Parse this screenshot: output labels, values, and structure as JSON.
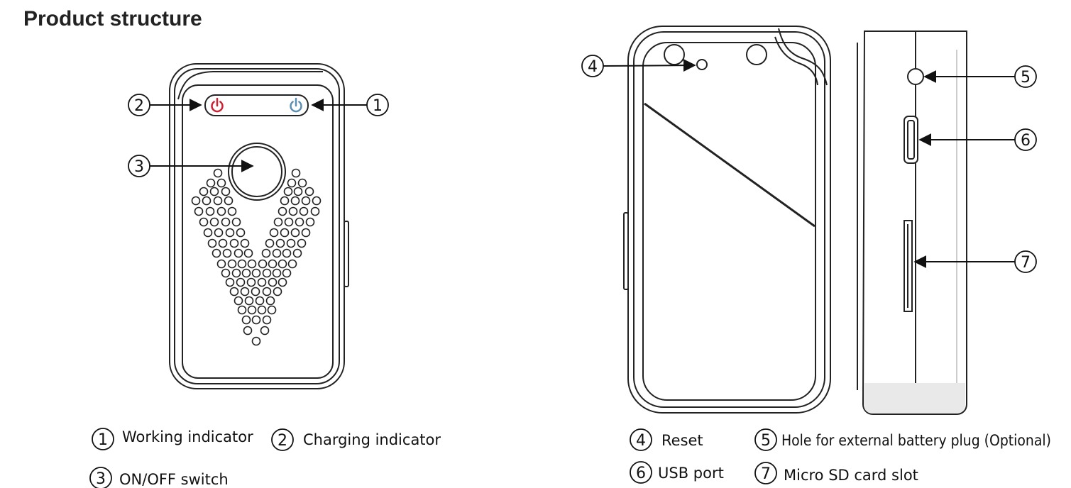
{
  "title": "Product structure",
  "colors": {
    "charging_icon": "#cc2233",
    "working_icon": "#5b8fb3"
  },
  "callouts": {
    "c1": "1",
    "c2": "2",
    "c3": "3",
    "c4": "4",
    "c5": "5",
    "c6": "6",
    "c7": "7"
  },
  "legend": {
    "working_indicator": {
      "num": "1",
      "label": "Working indicator"
    },
    "charging_indicator": {
      "num": "2",
      "label": "Charging indicator"
    },
    "onoff_switch": {
      "num": "3",
      "label": "ON/OFF switch"
    },
    "reset": {
      "num": "4",
      "label": "Reset"
    },
    "battery_hole": {
      "num": "5",
      "label": "Hole for external battery plug (Optional)"
    },
    "usb_port": {
      "num": "6",
      "label": "USB port"
    },
    "sd_slot": {
      "num": "7",
      "label": "Micro SD card slot"
    }
  }
}
